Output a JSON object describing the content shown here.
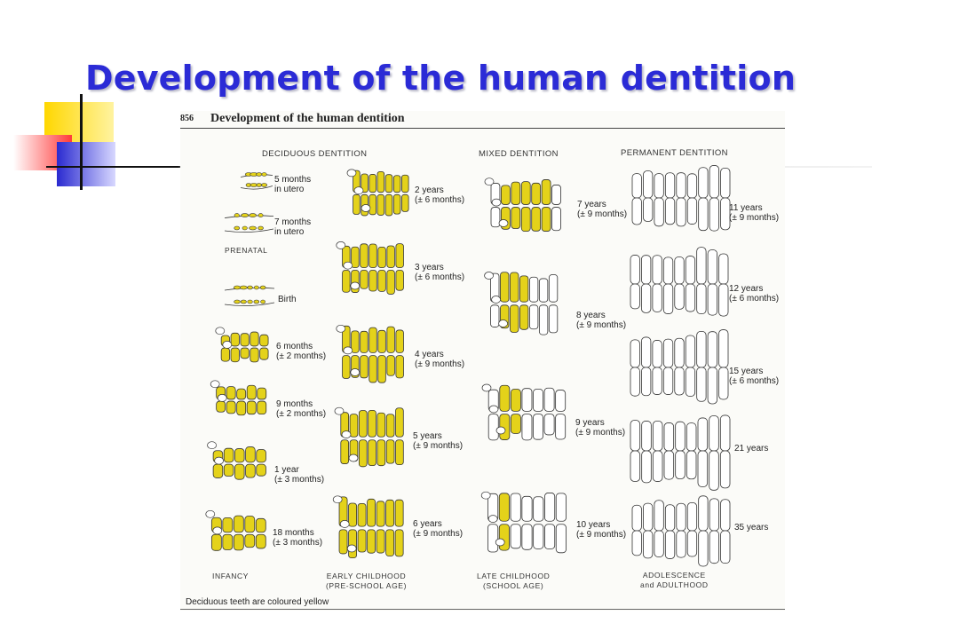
{
  "slide": {
    "title": "Development of the human dentition"
  },
  "figure": {
    "page_number": "856",
    "title": "Development of the human dentition",
    "columns": [
      "DECIDUOUS DENTITION",
      "MIXED DENTITION",
      "PERMANENT DENTITION"
    ],
    "stages": {
      "prenatal_5m": [
        "5 months",
        "in utero"
      ],
      "prenatal_7m": [
        "7 months",
        "in utero"
      ],
      "birth": "Birth",
      "m6": [
        "6 months",
        "(± 2 months)"
      ],
      "m9": [
        "9 months",
        "(± 2 months)"
      ],
      "y1": [
        "1 year",
        "(± 3 months)"
      ],
      "m18": [
        "18 months",
        "(± 3 months)"
      ],
      "y2": [
        "2 years",
        "(± 6 months)"
      ],
      "y3": [
        "3 years",
        "(± 6 months)"
      ],
      "y4": [
        "4 years",
        "(± 9 months)"
      ],
      "y5": [
        "5 years",
        "(± 9 months)"
      ],
      "y6": [
        "6 years",
        "(± 9 months)"
      ],
      "y7": [
        "7 years",
        "(± 9 months)"
      ],
      "y8": [
        "8 years",
        "(± 9 months)"
      ],
      "y9": [
        "9 years",
        "(± 9 months)"
      ],
      "y10": [
        "10 years",
        "(± 9 months)"
      ],
      "y11": [
        "11 years",
        "(± 9 months)"
      ],
      "y12": [
        "12 years",
        "(± 6 months)"
      ],
      "y15": [
        "15 years",
        "(± 6 months)"
      ],
      "y21": "21 years",
      "y35": "35 years"
    },
    "captions": {
      "prenatal": "PRENATAL",
      "infancy": "INFANCY",
      "early_childhood": [
        "EARLY CHILDHOOD",
        "(PRE-SCHOOL AGE)"
      ],
      "late_childhood": [
        "LATE CHILDHOOD",
        "(SCHOOL AGE)"
      ],
      "adolescence": [
        "ADOLESCENCE",
        "and ADULTHOOD"
      ]
    },
    "footnote": "Deciduous teeth are coloured yellow"
  },
  "colors": {
    "title": "#2b2bd6",
    "deciduous": "#e4d21a",
    "permanent": "#ffffff",
    "outline": "#333333"
  }
}
